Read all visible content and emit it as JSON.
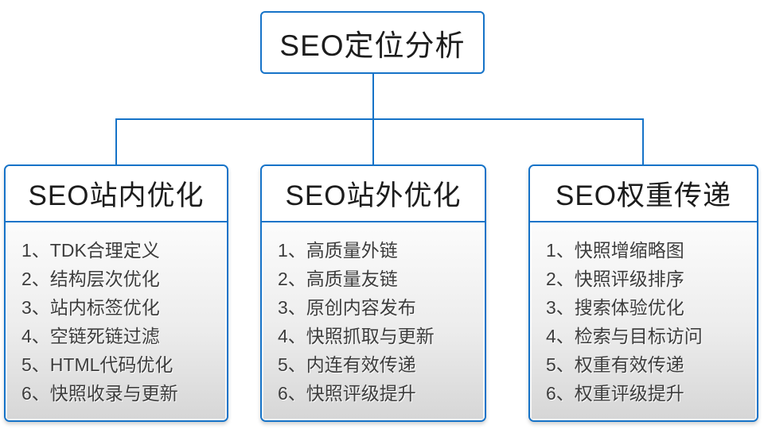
{
  "diagram": {
    "root": {
      "label": "SEO定位分析"
    },
    "branches": [
      {
        "title": "SEO站内优化",
        "items": [
          "1、TDK合理定义",
          "2、结构层次优化",
          "3、站内标签优化",
          "4、空链死链过滤",
          "5、HTML代码优化",
          "6、快照收录与更新"
        ]
      },
      {
        "title": "SEO站外优化",
        "items": [
          "1、高质量外链",
          "2、高质量友链",
          "3、原创内容发布",
          "4、快照抓取与更新",
          "5、内连有效传递",
          "6、快照评级提升"
        ]
      },
      {
        "title": "SEO权重传递",
        "items": [
          "1、快照增缩略图",
          "2、快照评级排序",
          "3、搜索体验优化",
          "4、检索与目标访问",
          "5、权重有效传递",
          "6、权重评级提升"
        ]
      }
    ]
  },
  "colors": {
    "connector_blue": "#1673c8",
    "card_gradient_top": "#fcfcfc",
    "card_gradient_bottom": "#d6d6d6",
    "title_text": "#1c1c1c",
    "item_text": "#3c3c3c",
    "background": "#ffffff"
  }
}
